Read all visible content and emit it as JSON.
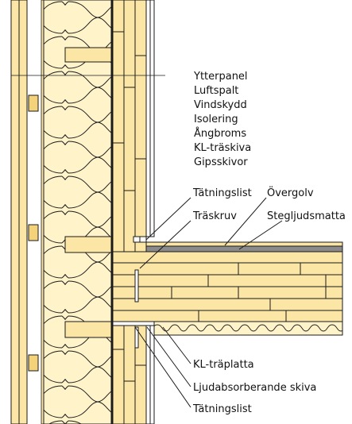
{
  "colors": {
    "timber": "#fbe6a6",
    "timber_dark": "#f3d27a",
    "insulation": "#fff3c9",
    "line": "#1a1a1a",
    "gray_layer": "#8a8a8a"
  },
  "labels": {
    "wall_layers": [
      "Ytterpanel",
      "Luftspalt",
      "Vindskydd",
      "Isolering",
      "Ångbroms",
      "KL-träskiva",
      "Gipsskivor"
    ],
    "tatningslist_top": "Tätningslist",
    "overgolv": "Övergolv",
    "traskruv": "Träskruv",
    "stegljudsmatta": "Stegljudsmatta",
    "kl_traplatta": "KL-träplatta",
    "ljudabsorberande": "Ljudabsorberande skiva",
    "tatningslist_bottom": "Tätningslist"
  },
  "icons": {
    "screw": "screw-icon"
  }
}
